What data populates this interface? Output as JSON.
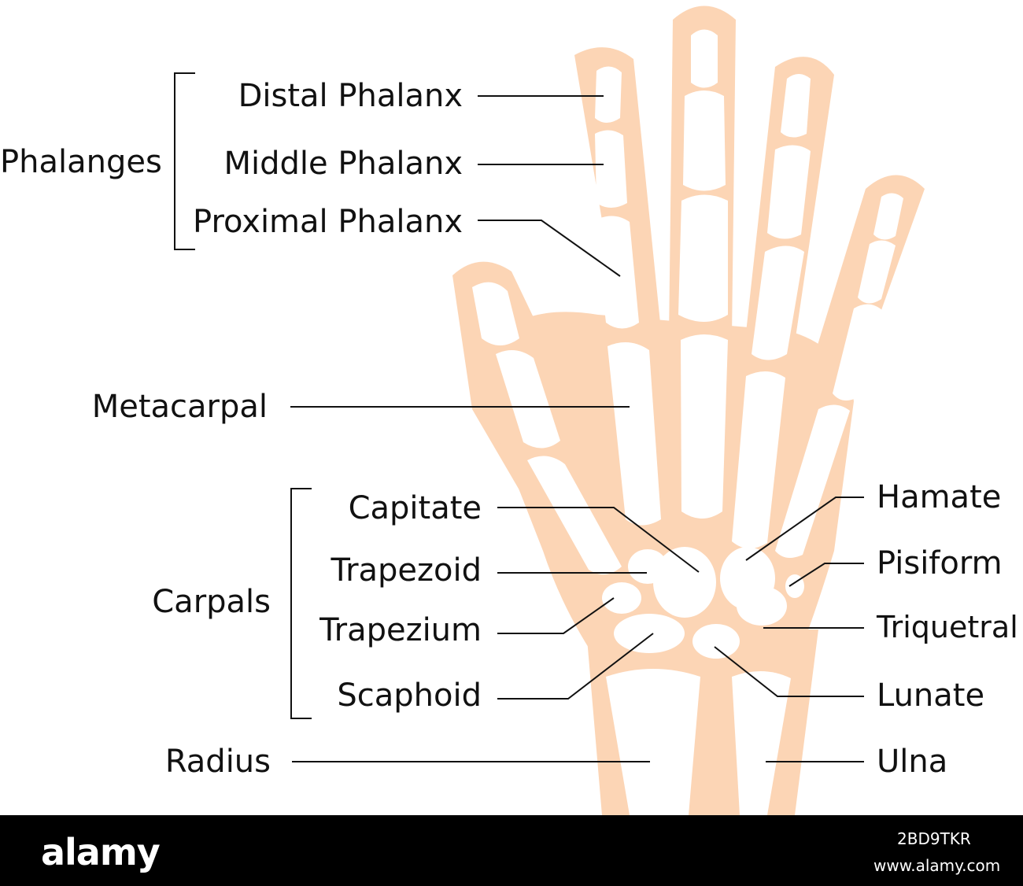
{
  "colors": {
    "flesh": "#FCD5B5",
    "bone": "#FFFFFF",
    "line": "#111111",
    "footer": "#000000"
  },
  "labels": {
    "phalanges": "Phalanges",
    "distal_phalanx": "Distal Phalanx",
    "middle_phalanx": "Middle Phalanx",
    "proximal_phalanx": "Proximal Phalanx",
    "metacarpal": "Metacarpal",
    "carpals": "Carpals",
    "capitate": "Capitate",
    "trapezoid": "Trapezoid",
    "trapezium": "Trapezium",
    "scaphoid": "Scaphoid",
    "radius": "Radius",
    "hamate": "Hamate",
    "pisiform": "Pisiform",
    "triquetral": "Triquetral",
    "lunate": "Lunate",
    "ulna": "Ulna"
  },
  "footer": {
    "logo": "alamy",
    "image_id": "2BD9TKR",
    "site": "www.alamy.com"
  }
}
